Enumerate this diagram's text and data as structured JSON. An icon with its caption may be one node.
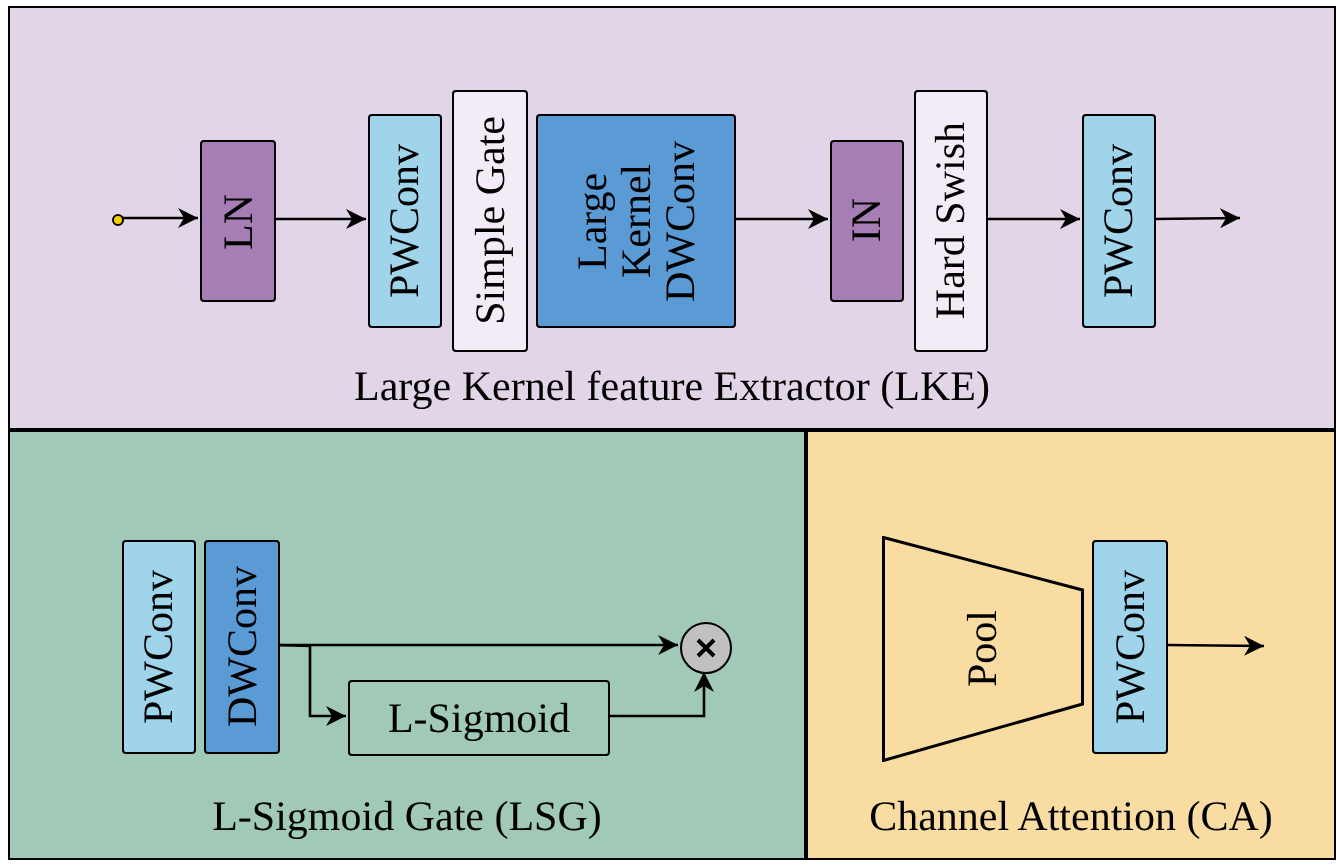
{
  "diagram": {
    "nodes": [
      {
        "text": [
          "Large Kernel feature Extractor (LKE)"
        ]
      },
      {
        "text": [],
        "shape": "circle",
        "in": 0
      },
      {
        "text": [
          "LN"
        ],
        "in": 0
      },
      {
        "text": [
          "PWConv"
        ],
        "in": 0
      },
      {
        "text": [
          "Simple Gate"
        ],
        "in": 0
      },
      {
        "text": [
          "Large Kernel DWConv"
        ],
        "in": 0
      },
      {
        "text": [
          "IN"
        ],
        "in": 0
      },
      {
        "text": [
          "Hard Swish"
        ],
        "in": 0
      },
      {
        "text": [
          "PWConv"
        ],
        "in": 0
      },
      {
        "text": [
          "L-Sigmoid Gate (LSG)"
        ]
      },
      {
        "text": [
          "PWConv"
        ],
        "in": 9
      },
      {
        "text": [
          "DWConv"
        ],
        "in": 9
      },
      {
        "text": [
          "L-Sigmoid"
        ],
        "in": 9
      },
      {
        "text": [],
        "shape": "circle",
        "in": 9
      },
      {
        "text": [
          "Channel Attention (CA)"
        ]
      },
      {
        "text": [
          "Pool"
        ],
        "in": 14
      },
      {
        "text": [
          "PWConv"
        ],
        "in": 14
      }
    ],
    "edges": [
      {
        "from": 1,
        "to": 2,
        "arrow": "to"
      },
      {
        "from": 2,
        "to": 3,
        "arrow": "to"
      },
      {
        "from": 5,
        "to": 6,
        "arrow": "to"
      },
      {
        "from": 7,
        "to": 8,
        "arrow": "to"
      },
      {
        "from": 8,
        "to": null,
        "arrow": "to"
      },
      {
        "from": 11,
        "to": 13,
        "arrow": "to"
      },
      {
        "from": 11,
        "to": 12,
        "arrow": "to"
      },
      {
        "from": 12,
        "to": 13,
        "arrow": "to"
      },
      {
        "from": 16,
        "to": null,
        "arrow": "to"
      }
    ]
  }
}
